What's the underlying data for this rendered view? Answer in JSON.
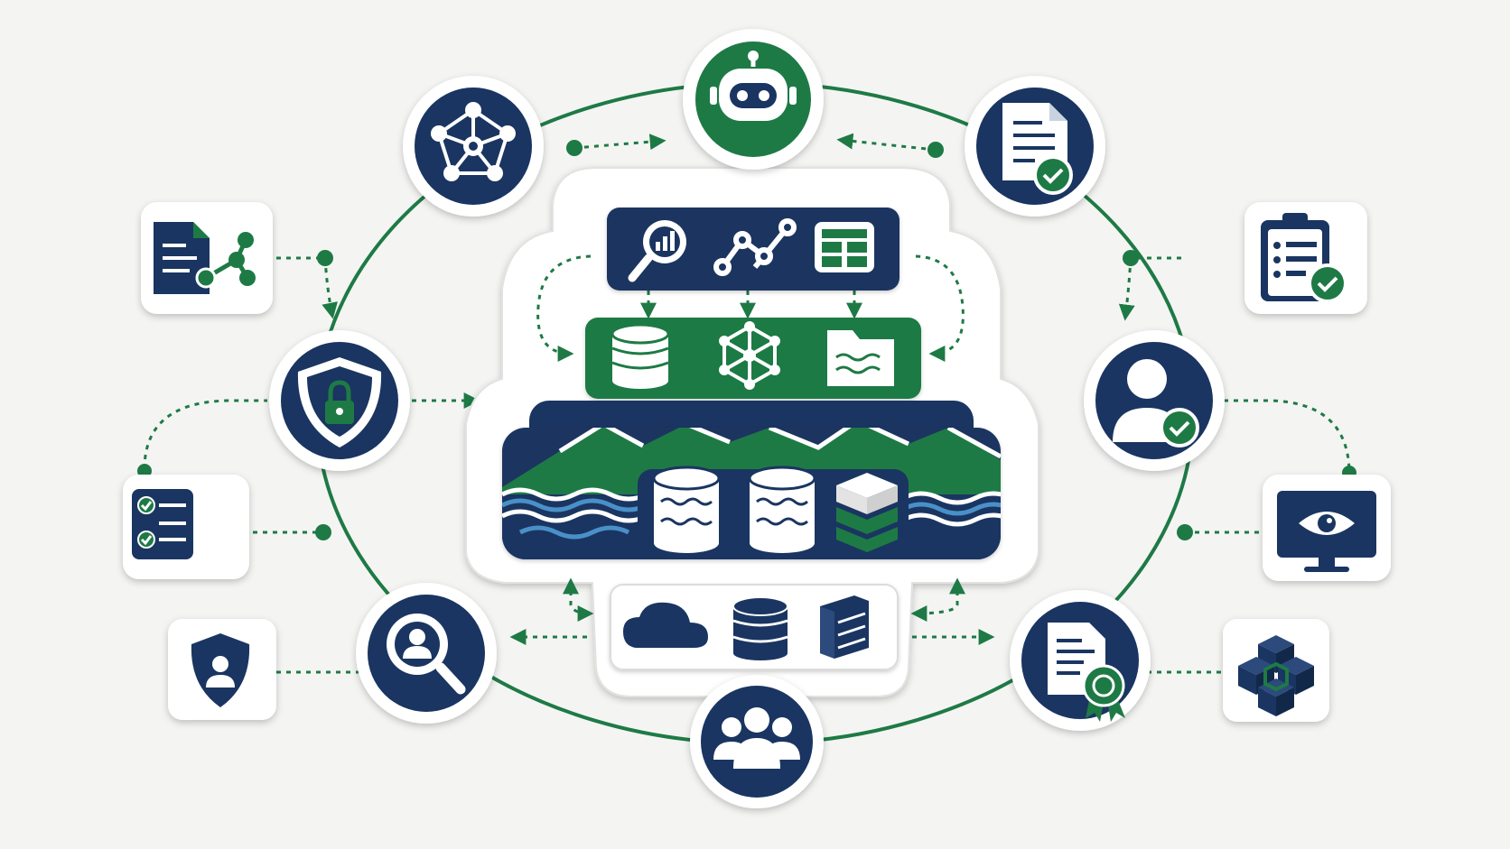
{
  "diagram": {
    "colors": {
      "navy": "#1a3561",
      "green": "#1e7a45",
      "background": "#f4f4f3",
      "card": "#ffffff",
      "water": "#4a90c8"
    },
    "orbit_nodes": [
      {
        "id": "ai-bot",
        "icon": "robot-icon",
        "ring": "green"
      },
      {
        "id": "document-approved",
        "icon": "document-check-icon",
        "ring": "navy"
      },
      {
        "id": "user-verified",
        "icon": "user-check-icon",
        "ring": "navy"
      },
      {
        "id": "certified-document",
        "icon": "certificate-document-icon",
        "ring": "navy"
      },
      {
        "id": "team",
        "icon": "people-group-icon",
        "ring": "navy"
      },
      {
        "id": "user-search",
        "icon": "user-search-icon",
        "ring": "navy"
      },
      {
        "id": "security",
        "icon": "shield-lock-icon",
        "ring": "navy"
      },
      {
        "id": "network-graph",
        "icon": "network-graph-icon",
        "ring": "navy"
      }
    ],
    "side_cards": [
      {
        "id": "data-lineage-doc",
        "icon": "document-share-icon"
      },
      {
        "id": "checklist",
        "icon": "checklist-icon"
      },
      {
        "id": "protected-user",
        "icon": "user-shield-icon"
      },
      {
        "id": "clipboard-approved",
        "icon": "clipboard-check-icon"
      },
      {
        "id": "monitoring",
        "icon": "monitor-eye-icon"
      },
      {
        "id": "data-cubes",
        "icon": "cubes-icon"
      }
    ],
    "center_stack": {
      "analytics_layer": [
        "search-chart-icon",
        "line-chart-icon",
        "dashboard-grid-icon"
      ],
      "processing_layer": [
        "database-icon",
        "molecule-network-icon",
        "data-folder-icon"
      ],
      "lake_layer": [
        "lake-database-icon",
        "lake-database-icon",
        "layered-storage-icon"
      ],
      "infrastructure_layer": [
        "cloud-icon",
        "database-server-icon",
        "server-rack-icon"
      ]
    }
  }
}
